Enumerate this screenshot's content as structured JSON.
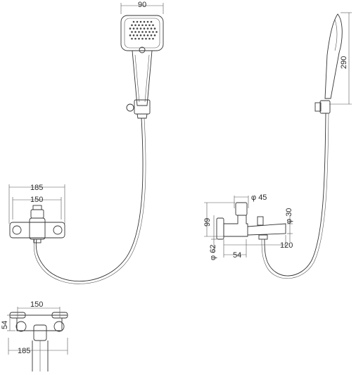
{
  "labels": {
    "head_width": "90",
    "handset_length": "290",
    "front_outer": "185",
    "front_inner": "150",
    "outlet_dia": "φ 45",
    "body_height": "99",
    "spout_dia": "φ 30",
    "cover_dia": "φ 62",
    "side_depth": "54",
    "spout_reach": "120",
    "plan_inner": "150",
    "plan_depth": "54",
    "plan_outer": "185"
  }
}
